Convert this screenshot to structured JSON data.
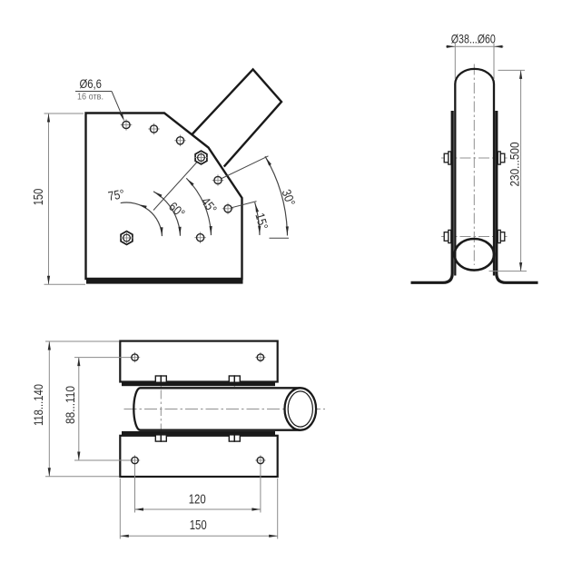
{
  "page": {
    "background": "#ffffff",
    "kind": "engineering-drawing",
    "description": "Pole-mount luminaire bracket drawing, three views"
  },
  "colors": {
    "outline": "#1a1a1a",
    "thin_line": "#8a8a8a",
    "centerline": "#909090",
    "arc_line": "#555555",
    "text": "#2e2e2e",
    "note_text": "#6f6f6f"
  },
  "front_view": {
    "height_dim": "150",
    "hole_callout_diameter": "Ø6,6",
    "hole_callout_count": "16 отв.",
    "angle_dims": {
      "a75": "75°",
      "a60": "60°",
      "a45": "45°",
      "a30": "30°",
      "a15": "15°"
    }
  },
  "side_view": {
    "clamp_diameter_range": "Ø38...Ø60",
    "mount_height_range": "230...500"
  },
  "top_view": {
    "plate_width_range": "118...140",
    "hole_spacing_range": "88...110",
    "bolt_spacing": "120",
    "plate_length": "150"
  }
}
